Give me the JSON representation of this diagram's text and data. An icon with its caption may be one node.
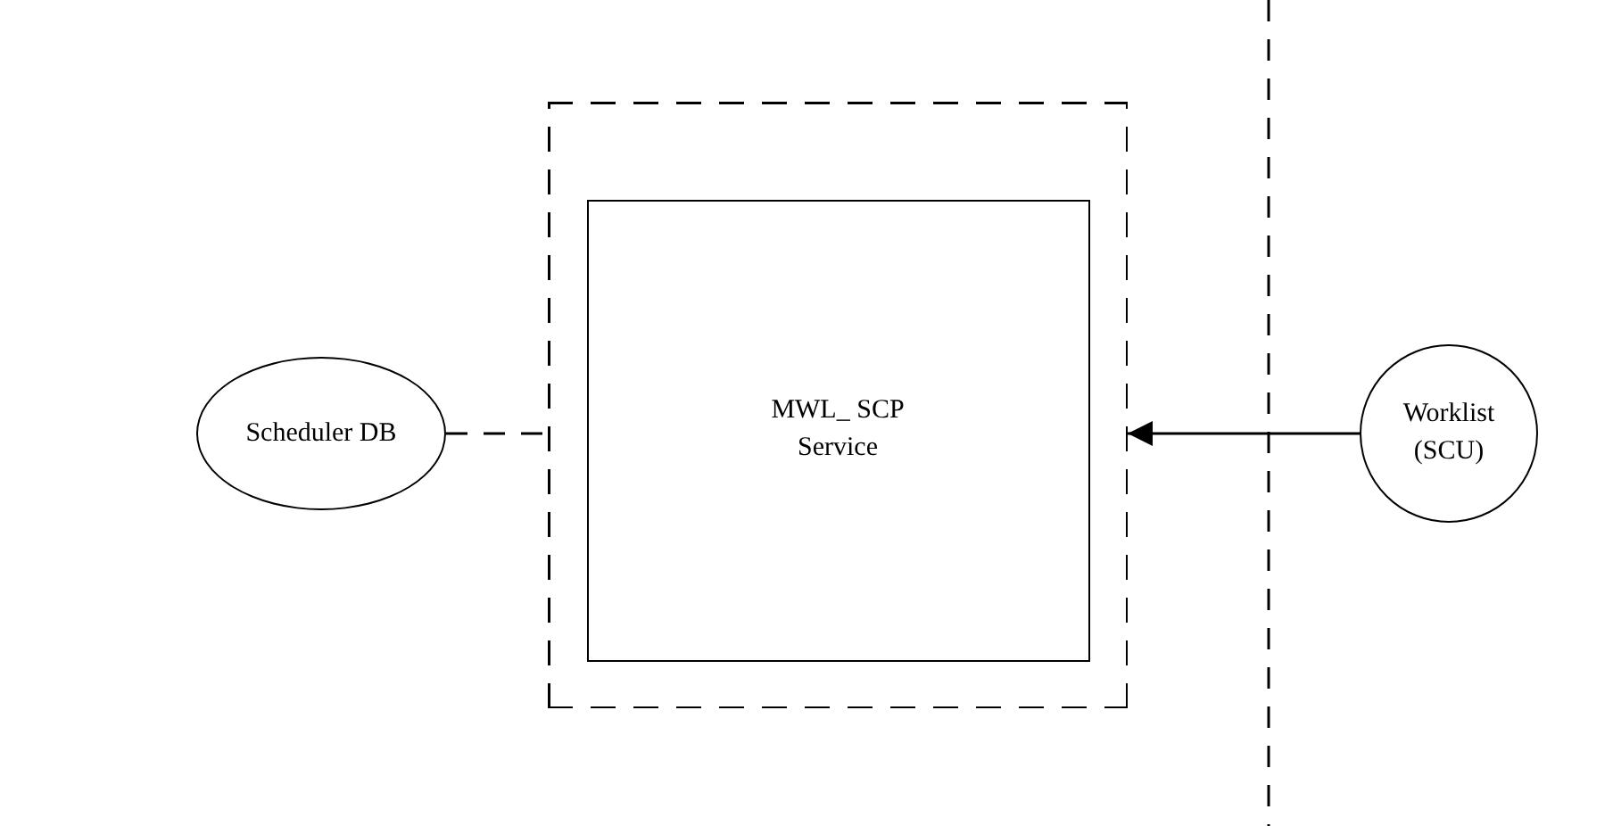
{
  "diagram": {
    "nodes": [
      {
        "text": [
          "Scheduler DB"
        ]
      },
      {
        "text": [],
        "shape": "box"
      },
      {
        "text": [
          "MWL_ SCP Service"
        ],
        "in": 1
      },
      {
        "text": [
          "Worklist (SCU)"
        ]
      }
    ],
    "edges": [
      {
        "from": 0,
        "to": 1,
        "arrow": "none",
        "style": "dashed"
      },
      {
        "from": 3,
        "to": 1,
        "arrow": "to"
      }
    ]
  }
}
